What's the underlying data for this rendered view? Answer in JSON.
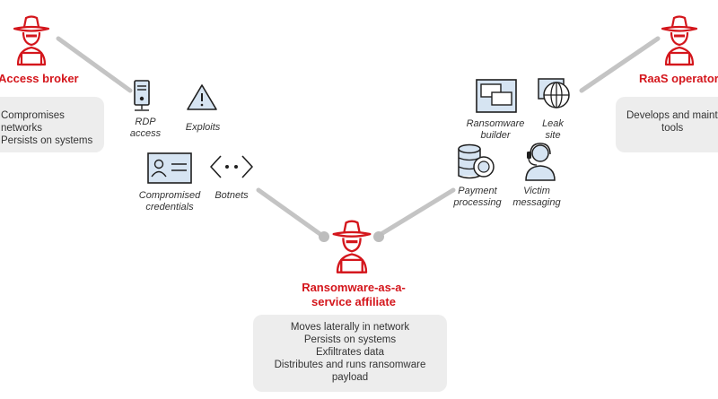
{
  "roles": {
    "access_broker": {
      "label": "Access broker",
      "lines": [
        "Compromises networks",
        "Persists on systems"
      ]
    },
    "raas_operator": {
      "label": "RaaS operator",
      "lines": [
        "Develops and maintains",
        "tools"
      ]
    },
    "affiliate": {
      "label_lines": [
        "Ransomware-as-a-",
        "service affiliate"
      ],
      "lines": [
        "Moves laterally in network",
        "Persists on systems",
        "Exfiltrates data",
        "Distributes and runs ransomware",
        "payload"
      ]
    }
  },
  "left_items": {
    "rdp": [
      "RDP",
      "access"
    ],
    "exploits": [
      "Exploits"
    ],
    "credentials": [
      "Compromised",
      "credentials"
    ],
    "botnets": [
      "Botnets"
    ]
  },
  "right_items": {
    "builder": [
      "Ransomware",
      "builder"
    ],
    "leak": [
      "Leak",
      "site"
    ],
    "payment": [
      "Payment",
      "processing"
    ],
    "victim": [
      "Victim",
      "messaging"
    ]
  },
  "colors": {
    "accent": "#d4161c",
    "connector": "#c4c4c4",
    "box": "#ededed",
    "icon_fill": "#d6e4f2",
    "icon_stroke": "#1f1f1f"
  },
  "icons": [
    "hacker-icon",
    "server-icon",
    "warning-icon",
    "id-card-icon",
    "botnet-icon",
    "builder-icon",
    "globe-icon",
    "database-icon",
    "headset-icon"
  ]
}
